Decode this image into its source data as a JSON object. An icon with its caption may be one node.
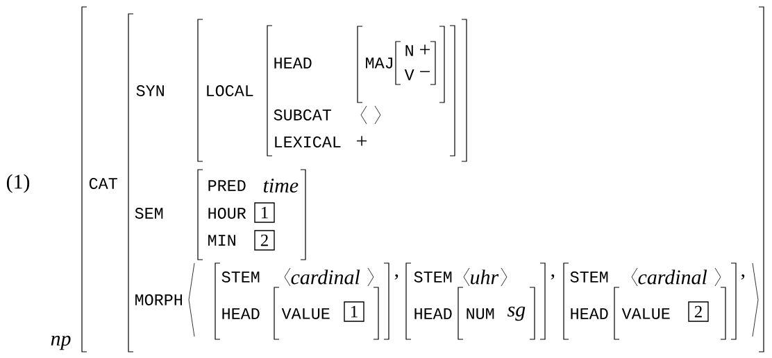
{
  "diagram": {
    "nodes": [
      {
        "text": [
          "1"
        ]
      },
      {
        "text": [
          "2"
        ]
      },
      {
        "text": [
          "1"
        ]
      },
      {
        "text": [
          "2"
        ]
      }
    ],
    "labels": [
      "(1)",
      "CAT",
      "SYN",
      "LOCAL",
      "HEAD",
      "MAJ",
      "N",
      "+",
      "V",
      "−",
      "SUBCAT",
      "LEXICAL",
      "+",
      "SEM",
      "PRED",
      "time",
      "HOUR",
      "MIN",
      "MORPH",
      "STEM",
      "cardinal",
      "HEAD",
      "VALUE",
      ",",
      "STEM",
      "uhr",
      "HEAD",
      "NUM",
      "sg",
      ",",
      "STEM",
      "cardinal",
      "HEAD",
      "VALUE",
      ",",
      "np"
    ]
  }
}
